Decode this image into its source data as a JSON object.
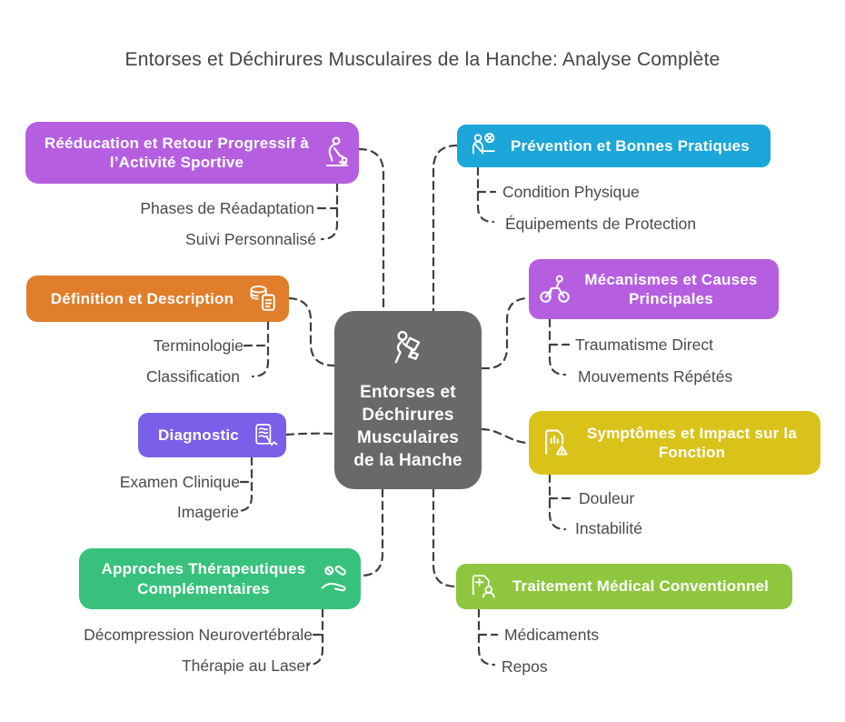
{
  "title": "Entorses et Déchirures Musculaires de la Hanche: Analyse Complète",
  "connector_color": "#3f3f3f",
  "center": {
    "label": "Entorses et Déchirures Musculaires de la Hanche",
    "color": "#696969",
    "icon": "slipping-person-icon"
  },
  "branches": [
    {
      "label": "Rééducation et Retour Progressif à l’Activité Sportive",
      "color": "#b55fe0",
      "icon": "physiotherapy-icon",
      "side": "left",
      "children": [
        "Phases de Réadaptation",
        "Suivi Personnalisé"
      ]
    },
    {
      "label": "Prévention et Bonnes Pratiques",
      "color": "#1ca6d9",
      "icon": "person-safety-icon",
      "side": "right",
      "children": [
        "Condition Physique",
        "Équipements de Protection"
      ]
    },
    {
      "label": "Définition et Description",
      "color": "#e07e2c",
      "icon": "database-document-icon",
      "side": "left",
      "children": [
        "Terminologie",
        "Classification"
      ]
    },
    {
      "label": "Mécanismes et Causes Principales",
      "color": "#b55fe0",
      "icon": "cyclist-icon",
      "side": "right",
      "children": [
        "Traumatisme Direct",
        "Mouvements Répétés"
      ]
    },
    {
      "label": "Diagnostic",
      "color": "#7a5fe8",
      "icon": "scan-document-icon",
      "side": "left",
      "children": [
        "Examen Clinique",
        "Imagerie"
      ]
    },
    {
      "label": "Symptômes et Impact sur la Fonction",
      "color": "#d9c31a",
      "icon": "report-warning-icon",
      "side": "right",
      "children": [
        "Douleur",
        "Instabilité"
      ]
    },
    {
      "label": "Approches Thérapeutiques Complémentaires",
      "color": "#38c17d",
      "icon": "hand-pills-icon",
      "side": "left",
      "children": [
        "Décompression Neurovertébrale",
        "Thérapie au Laser"
      ]
    },
    {
      "label": "Traitement Médical Conventionnel",
      "color": "#8ec63f",
      "icon": "medical-document-icon",
      "side": "right",
      "children": [
        "Médicaments",
        "Repos"
      ]
    }
  ]
}
